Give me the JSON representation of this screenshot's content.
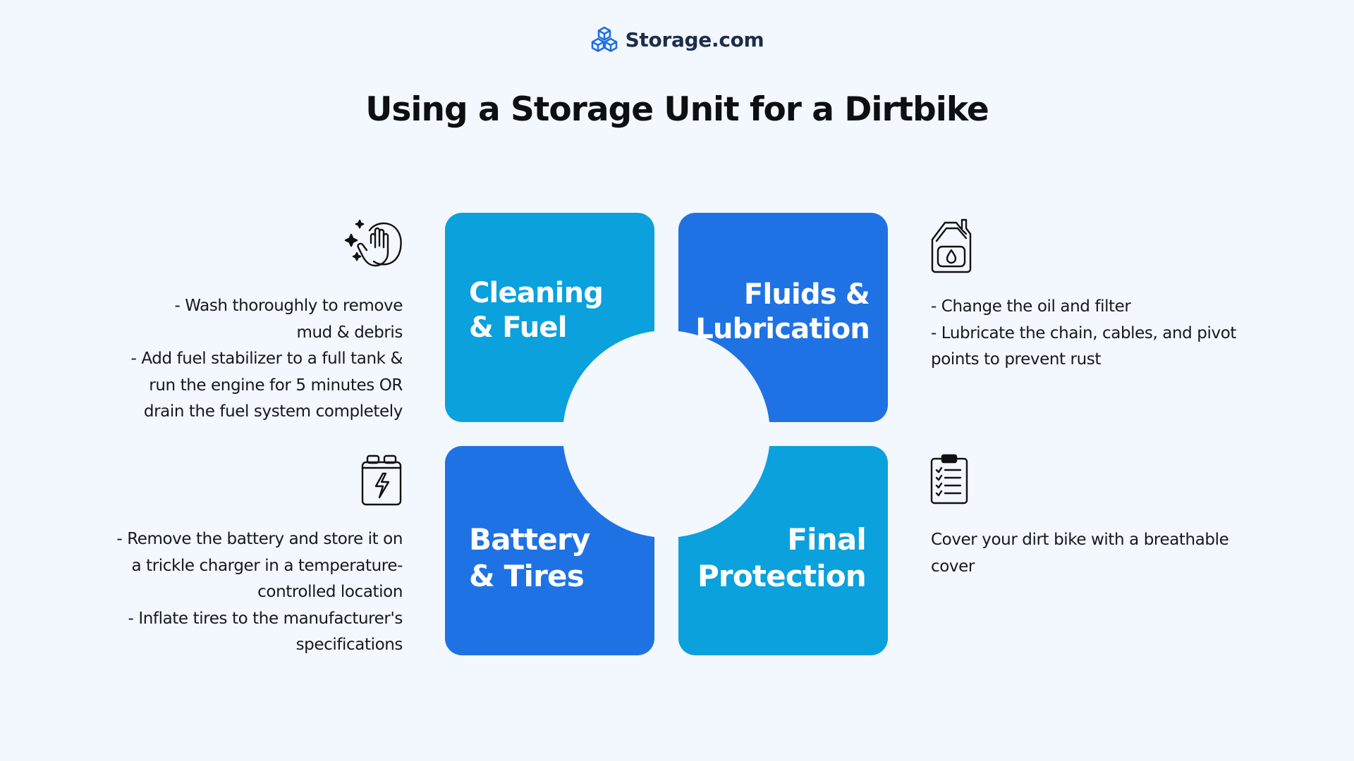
{
  "brand": {
    "name": "Storage.com",
    "accent": "#1f6fe0"
  },
  "title": "Using a Storage Unit for a Dirtbike",
  "colors": {
    "light_blue": "#0aa1dc",
    "blue": "#1f72e3",
    "background": "#f3f7fe"
  },
  "quadrants": [
    {
      "label_lines": [
        "Cleaning",
        "& Fuel"
      ],
      "icon": "cleaning-hand-sparkle-icon",
      "description_lines": [
        "-  Wash thoroughly to remove",
        "mud & debris ",
        "- Add fuel stabilizer to a full tank &",
        "run the engine for 5 minutes OR",
        "drain the fuel system completely"
      ]
    },
    {
      "label_lines": [
        "Fluids &",
        "Lubrication"
      ],
      "icon": "oil-canister-icon",
      "description_lines": [
        "- Change the oil and filter",
        "- Lubricate the chain, cables, and pivot",
        "points to prevent rust"
      ]
    },
    {
      "label_lines": [
        "Battery",
        "& Tires"
      ],
      "icon": "battery-charge-icon",
      "description_lines": [
        "- Remove the battery and store it on",
        "a trickle charger in a temperature-",
        "controlled location",
        "- Inflate tires to the manufacturer's",
        "specifications "
      ]
    },
    {
      "label_lines": [
        "Final",
        "Protection"
      ],
      "icon": "clipboard-checklist-icon",
      "description_lines": [
        "Cover your dirt bike with a breathable",
        "cover"
      ]
    }
  ]
}
